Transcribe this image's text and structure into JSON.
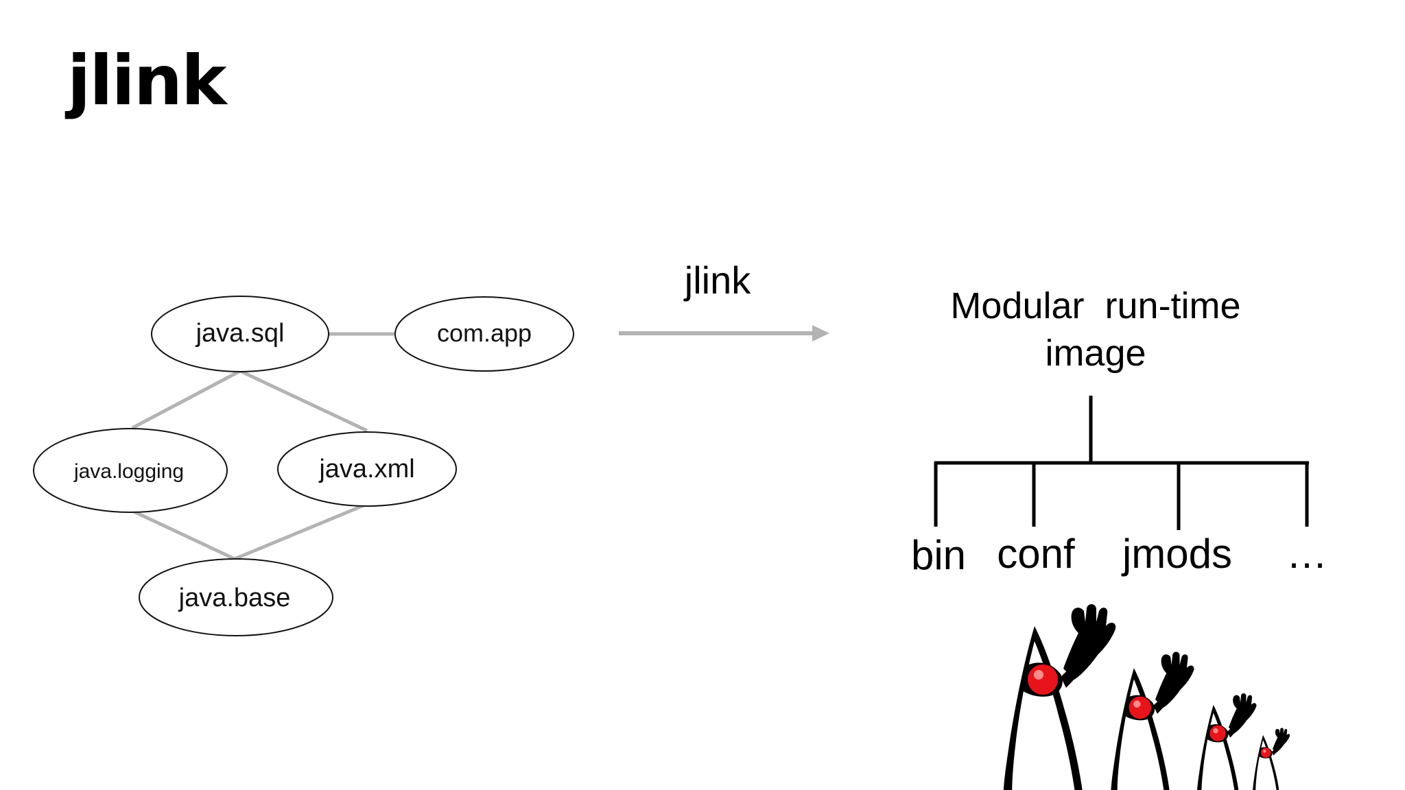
{
  "slide": {
    "title": "jlink"
  },
  "module_graph": {
    "nodes": [
      {
        "id": "java_sql",
        "label": "java.sql"
      },
      {
        "id": "com_app",
        "label": "com.app"
      },
      {
        "id": "java_logging",
        "label": "java.logging"
      },
      {
        "id": "java_xml",
        "label": "java.xml"
      },
      {
        "id": "java_base",
        "label": "java.base"
      }
    ],
    "edges": [
      [
        "java_sql",
        "com_app"
      ],
      [
        "java_sql",
        "java_logging"
      ],
      [
        "java_sql",
        "java_xml"
      ],
      [
        "java_logging",
        "java_base"
      ],
      [
        "java_xml",
        "java_base"
      ]
    ],
    "edge_color": "#b3b3b3"
  },
  "transform_arrow": {
    "label": "jlink",
    "color": "#b3b3b3"
  },
  "runtime_image": {
    "title_line1": "Modular  run-time",
    "title_line2": "image",
    "children": [
      "bin",
      "conf",
      "jmods",
      "…"
    ]
  },
  "mascot": {
    "icon": "duke-mascot-icon",
    "accent": "#e8141c"
  }
}
